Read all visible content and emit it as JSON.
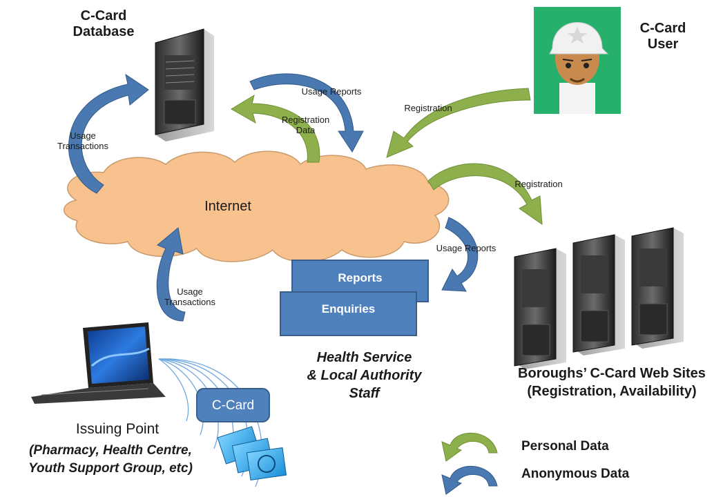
{
  "database": {
    "title_line1": "C-Card",
    "title_line2": "Database"
  },
  "user": {
    "title_line1": "C-Card",
    "title_line2": "User"
  },
  "internet_label": "Internet",
  "flows": {
    "usage_reports_top": "Usage Reports",
    "registration_user": "Registration",
    "registration_data_line1": "Registration",
    "registration_data_line2": "Data",
    "usage_transactions_left_line1": "Usage",
    "usage_transactions_left_line2": "Transactions",
    "registration_right": "Registration",
    "usage_reports_right": "Usage Reports",
    "usage_transactions_bottom_line1": "Usage",
    "usage_transactions_bottom_line2": "Transactions"
  },
  "staff": {
    "box_reports": "Reports",
    "box_enquiries": "Enquiries",
    "caption_line1": "Health Service",
    "caption_line2": "& Local Authority",
    "caption_line3": "Staff"
  },
  "web_sites": {
    "caption_line1": "Boroughs’ C-Card Web Sites",
    "caption_line2": "(Registration, Availability)"
  },
  "issuing_point": {
    "card_label": "C-Card",
    "title": "Issuing Point",
    "sub_line1": "(Pharmacy, Health Centre,",
    "sub_line2": "Youth Support Group, etc)"
  },
  "legend": {
    "personal": "Personal Data",
    "anonymous": "Anonymous Data"
  },
  "colors": {
    "personal_green": "#8db04c",
    "anonymous_blue": "#4a78b0",
    "cloud_fill": "#f8c28f",
    "box_blue": "#4f81bd",
    "avatar_bg": "#26b06c"
  }
}
